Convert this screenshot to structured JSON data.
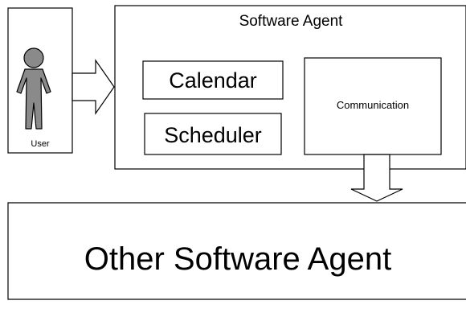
{
  "diagram": {
    "user_label": "User",
    "software_agent_label": "Software Agent",
    "calendar_label": "Calendar",
    "scheduler_label": "Scheduler",
    "communication_label": "Communication",
    "other_agent_label": "Other Software Agent"
  },
  "colors": {
    "figure_fill": "#8a8a8a",
    "stroke": "#000000",
    "background": "#ffffff"
  },
  "icons": {
    "user": "person-icon"
  }
}
